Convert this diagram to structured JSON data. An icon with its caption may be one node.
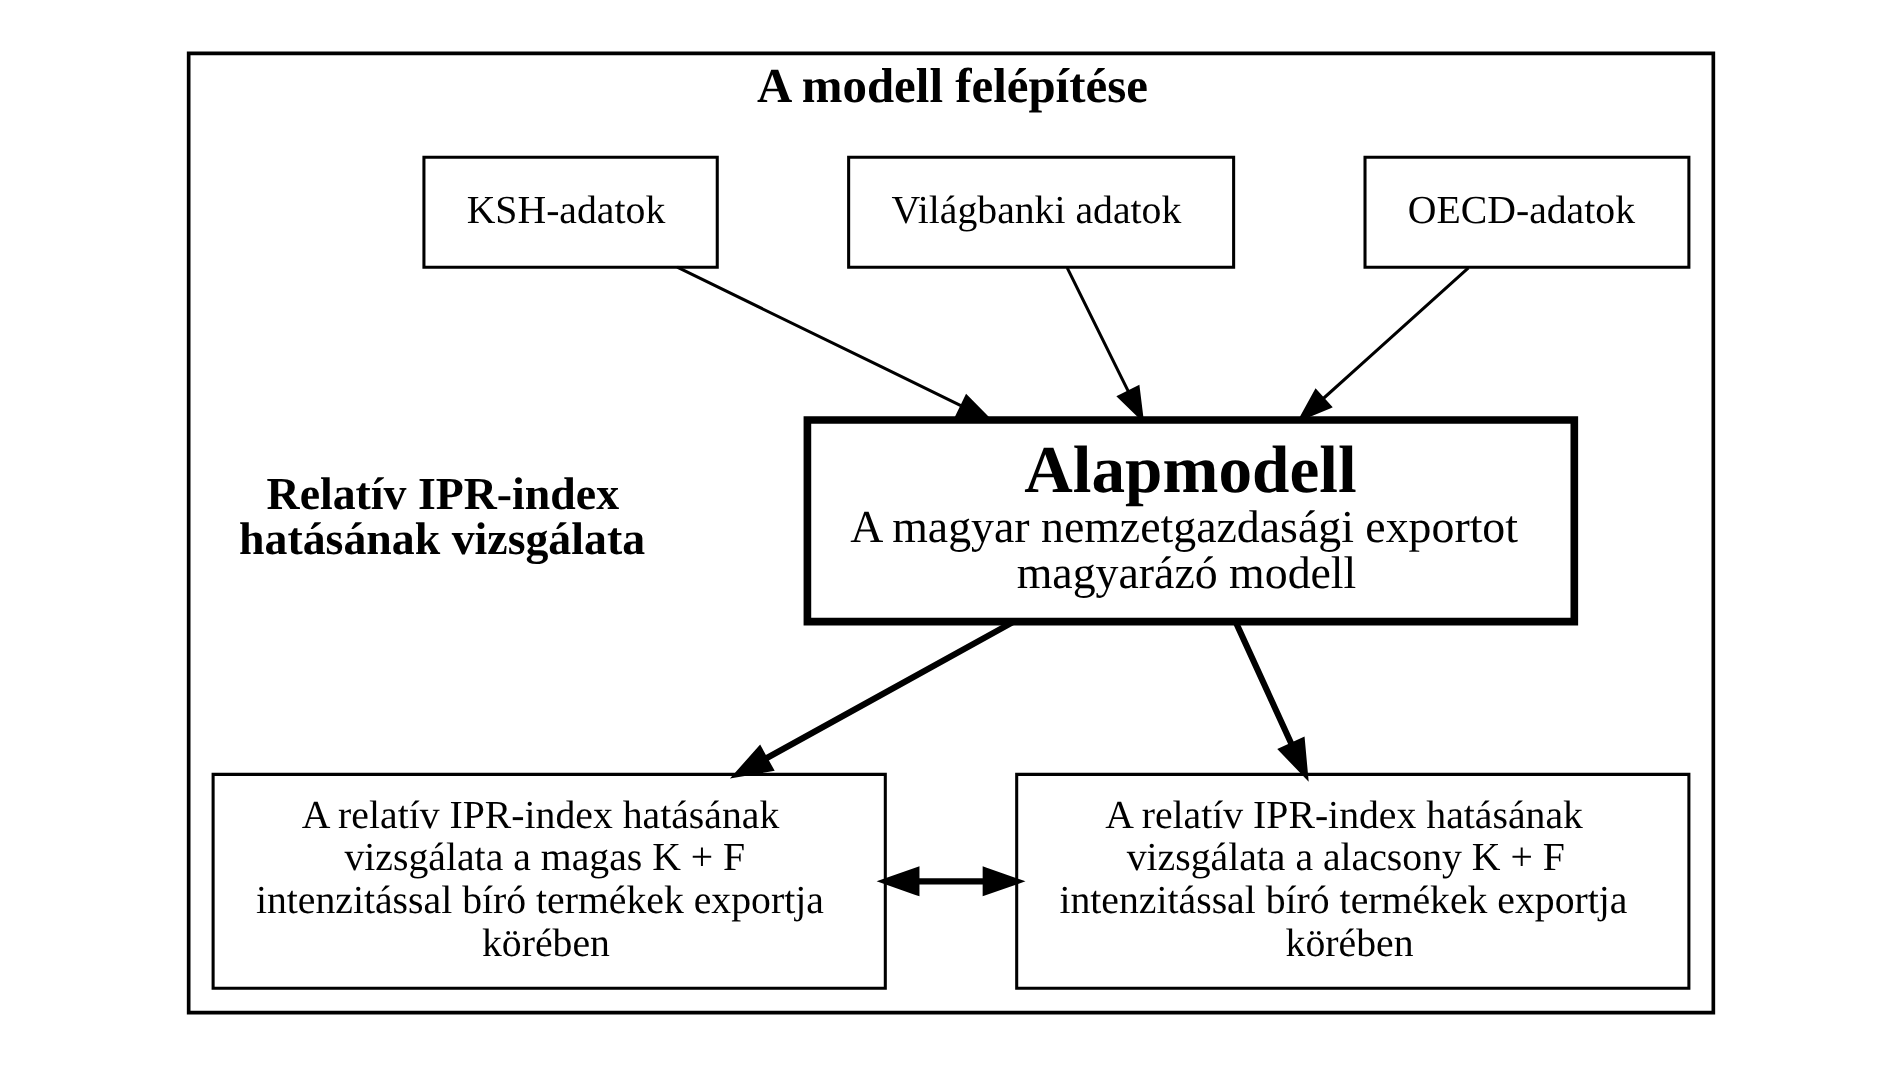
{
  "diagram": {
    "nodes": [
      {
        "text": [
          "A modell felépítése"
        ]
      },
      {
        "text": [
          "OECD-adatok"
        ],
        "in": 0
      },
      {
        "text": [
          "Világbanki adatok"
        ],
        "in": 0
      },
      {
        "text": [
          "KSH-adatok"
        ],
        "in": 0
      },
      {
        "text": [
          "Alapmodell",
          "A magyar nemzetgazdasági exportot magyarázó modell"
        ],
        "in": 0
      },
      {
        "text": [
          "A relatív IPR-index hatásának vizsgálata a magas K + F intenzitással bíró termékek exportja körében"
        ],
        "in": 0
      },
      {
        "text": [
          "A relatív IPR-index hatásának vizsgálata a alacsony K + F intenzitással bíró termékek exportja körében"
        ],
        "in": 0
      }
    ],
    "edges": [
      {
        "from": 1,
        "to": 4,
        "arrow": "to"
      },
      {
        "from": 2,
        "to": 4,
        "arrow": "to"
      },
      {
        "from": 3,
        "to": 4,
        "arrow": "to"
      },
      {
        "from": 4,
        "to": 5,
        "arrow": "to",
        "style": "thick"
      },
      {
        "from": 4,
        "to": 6,
        "arrow": "to",
        "style": "thick"
      },
      {
        "from": 5,
        "to": 6,
        "arrow": "both",
        "style": "thick"
      }
    ],
    "labels": [
      "Relatív IPR-index hatásának vizsgálata"
    ]
  }
}
